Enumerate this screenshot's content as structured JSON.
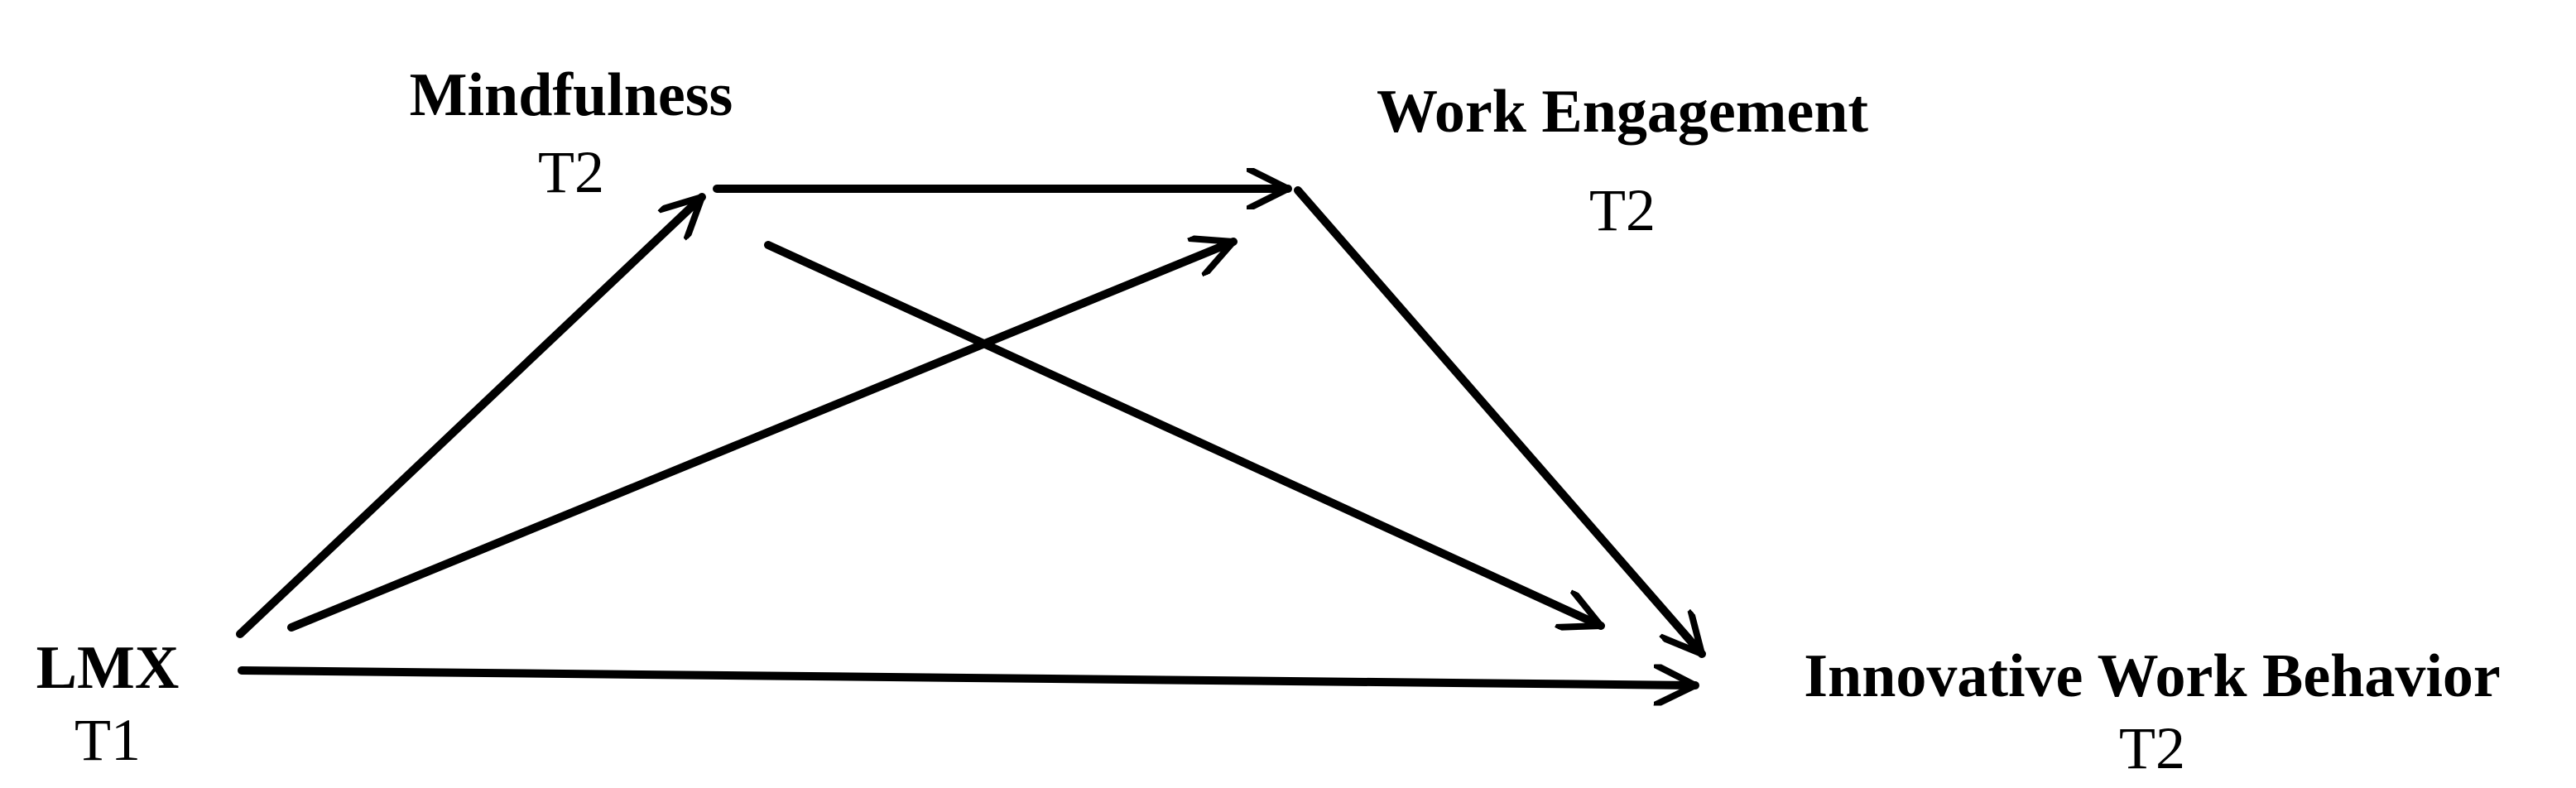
{
  "diagram": {
    "nodes": {
      "mindfulness": {
        "name": "Mindfulness",
        "time": "T2"
      },
      "work_engagement": {
        "name": "Work Engagement",
        "time": "T2"
      },
      "lmx": {
        "name": "LMX",
        "time": "T1"
      },
      "iwb": {
        "name": "Innovative Work Behavior",
        "time": "T2"
      }
    },
    "edges": [
      {
        "from": "LMX",
        "to": "Mindfulness"
      },
      {
        "from": "LMX",
        "to": "Work Engagement"
      },
      {
        "from": "LMX",
        "to": "Innovative Work Behavior"
      },
      {
        "from": "Mindfulness",
        "to": "Work Engagement"
      },
      {
        "from": "Mindfulness",
        "to": "Innovative Work Behavior"
      },
      {
        "from": "Work Engagement",
        "to": "Innovative Work Behavior"
      }
    ],
    "colors": {
      "stroke": "#000000",
      "text": "#000000",
      "background": "#ffffff"
    }
  }
}
